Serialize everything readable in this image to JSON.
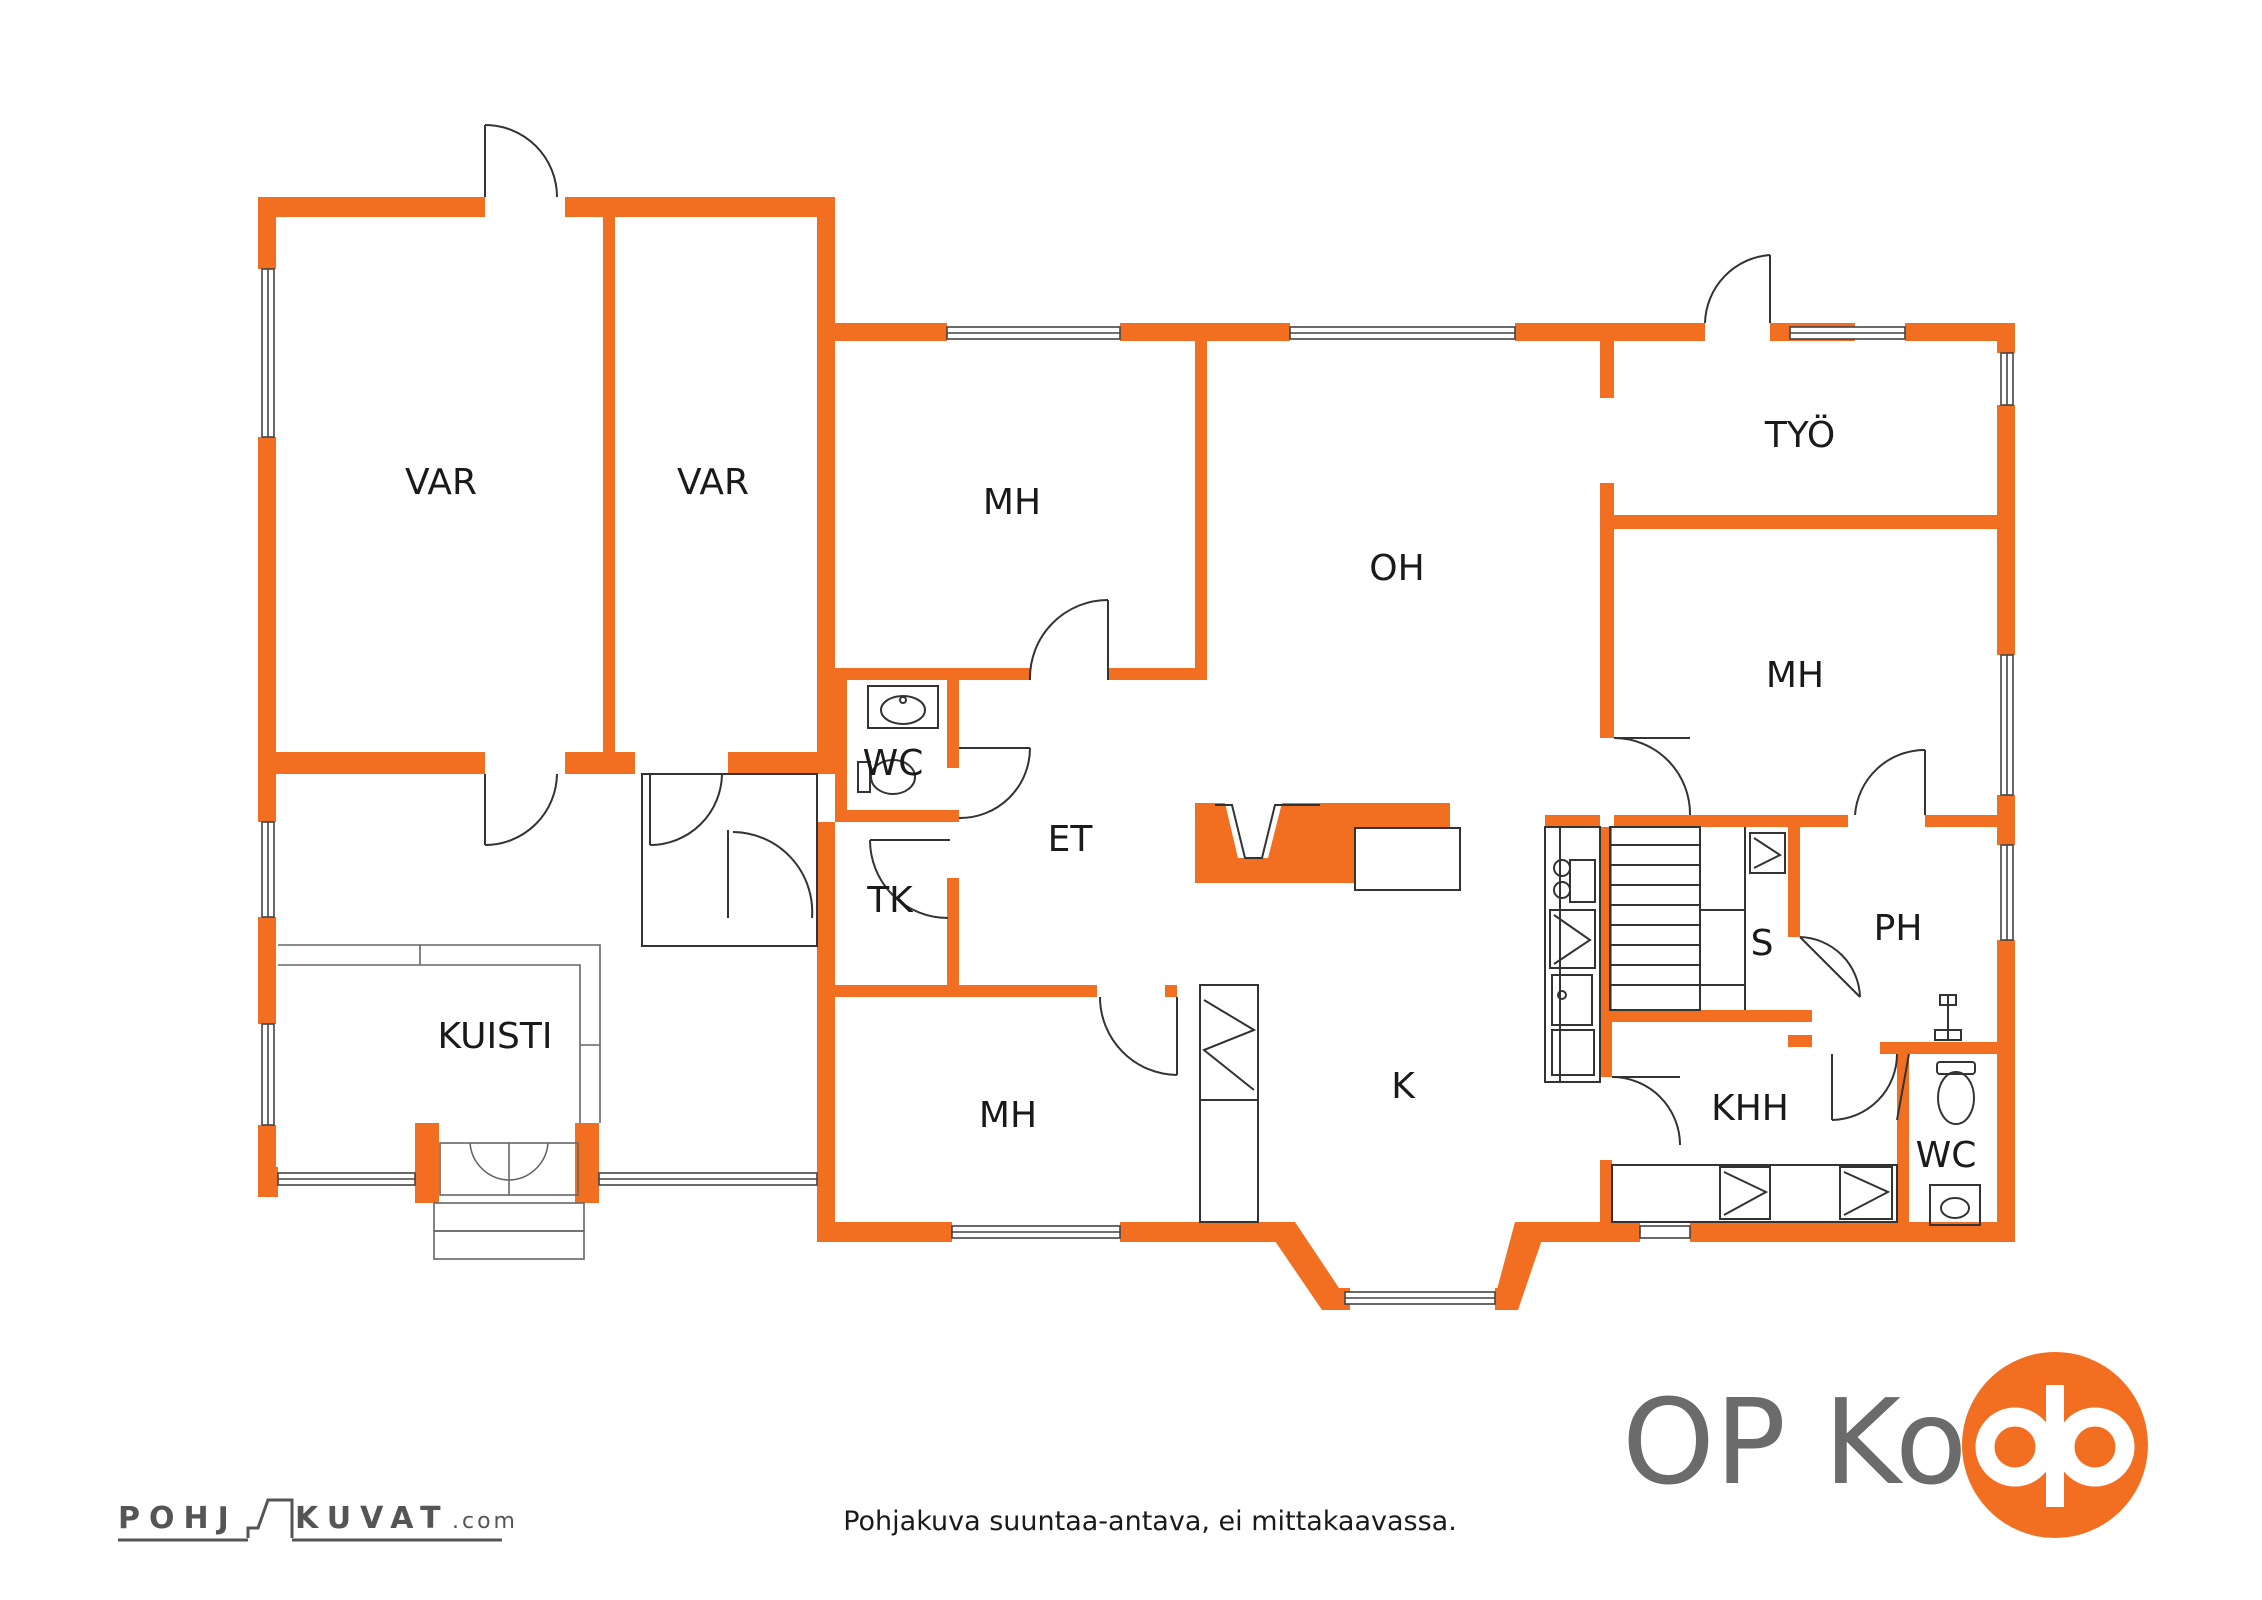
{
  "plan": {
    "wall_color": "#f26f21",
    "rooms": [
      {
        "id": "var-1",
        "label": "VAR"
      },
      {
        "id": "var-2",
        "label": "VAR"
      },
      {
        "id": "mh-1",
        "label": "MH"
      },
      {
        "id": "oh",
        "label": "OH"
      },
      {
        "id": "tyo",
        "label": "TYÖ"
      },
      {
        "id": "mh-2",
        "label": "MH"
      },
      {
        "id": "wc-1",
        "label": "WC"
      },
      {
        "id": "et",
        "label": "ET"
      },
      {
        "id": "tk",
        "label": "TK"
      },
      {
        "id": "kuisti",
        "label": "KUISTI"
      },
      {
        "id": "mh-3",
        "label": "MH"
      },
      {
        "id": "k",
        "label": "K"
      },
      {
        "id": "s",
        "label": "S"
      },
      {
        "id": "ph",
        "label": "PH"
      },
      {
        "id": "khh",
        "label": "KHH"
      },
      {
        "id": "wc-2",
        "label": "WC"
      }
    ]
  },
  "caption": "Pohjakuva suuntaa-antava, ei mittakaavassa.",
  "brand": {
    "name": "OP Koti",
    "logo_color": "#f26f21",
    "text_color": "#6b6b6b"
  },
  "credit": {
    "left": "POHJ",
    "right": "KUVAT",
    "domain": ".com",
    "color": "#555555"
  }
}
